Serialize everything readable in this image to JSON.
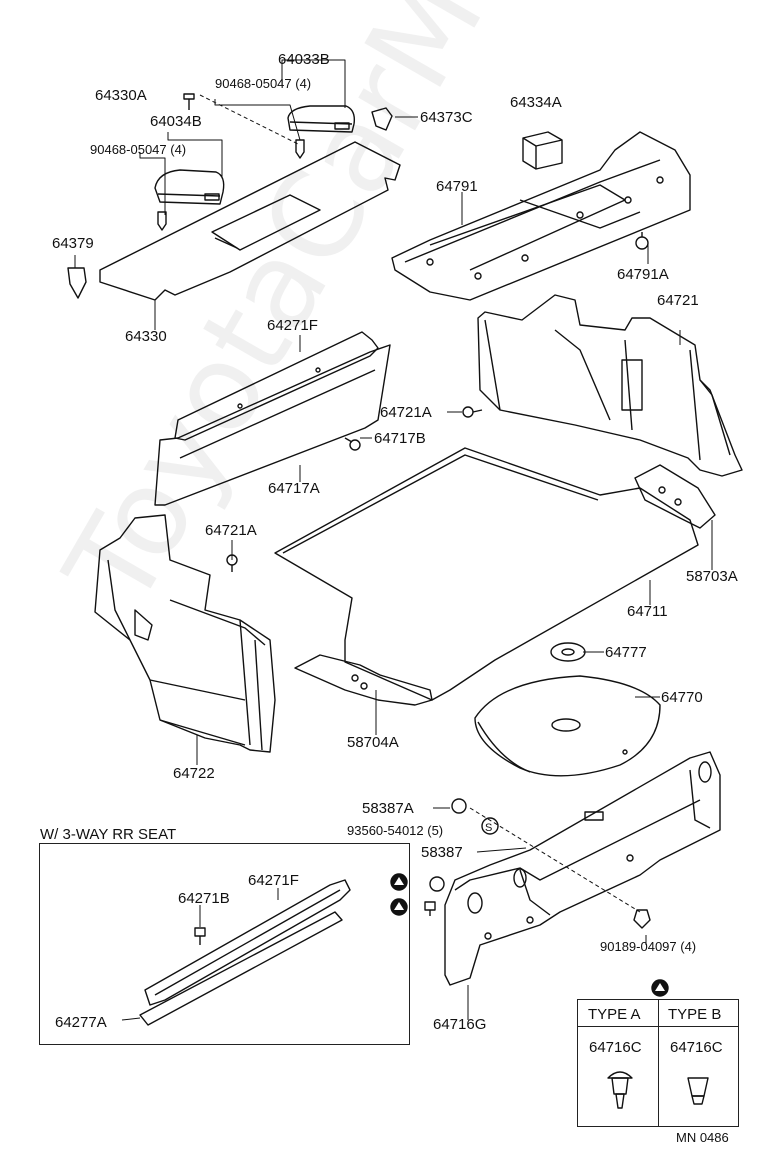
{
  "watermark": "ToyotaCarMe.ru",
  "diagram_id": "MN 0486",
  "labels": {
    "p64033B": "64033B",
    "p90468_top": "90468-05047 (4)",
    "p64330A": "64330A",
    "p64373C": "64373C",
    "p64334A": "64334A",
    "p64034B": "64034B",
    "p90468_left": "90468-05047 (4)",
    "p64791": "64791",
    "p64379": "64379",
    "p64791A": "64791A",
    "p64330": "64330",
    "p64721": "64721",
    "p64271F": "64271F",
    "p64721A_r": "64721A",
    "p64717B": "64717B",
    "p64717A": "64717A",
    "p64721A_l": "64721A",
    "p58703A": "58703A",
    "p64711": "64711",
    "p64777": "64777",
    "p64770": "64770",
    "p58704A": "58704A",
    "p64722": "64722",
    "p58387A": "58387A",
    "p93560": "93560-54012 (5)",
    "p58387": "58387",
    "p90189": "90189-04097 (4)",
    "p64716G": "64716G"
  },
  "inset": {
    "title": "W/ 3-WAY RR SEAT",
    "p64271F": "64271F",
    "p64271B": "64271B",
    "p64277A": "64277A"
  },
  "type_table": {
    "type_a": "TYPE A",
    "type_b": "TYPE B",
    "part_a": "64716C",
    "part_b": "64716C"
  }
}
